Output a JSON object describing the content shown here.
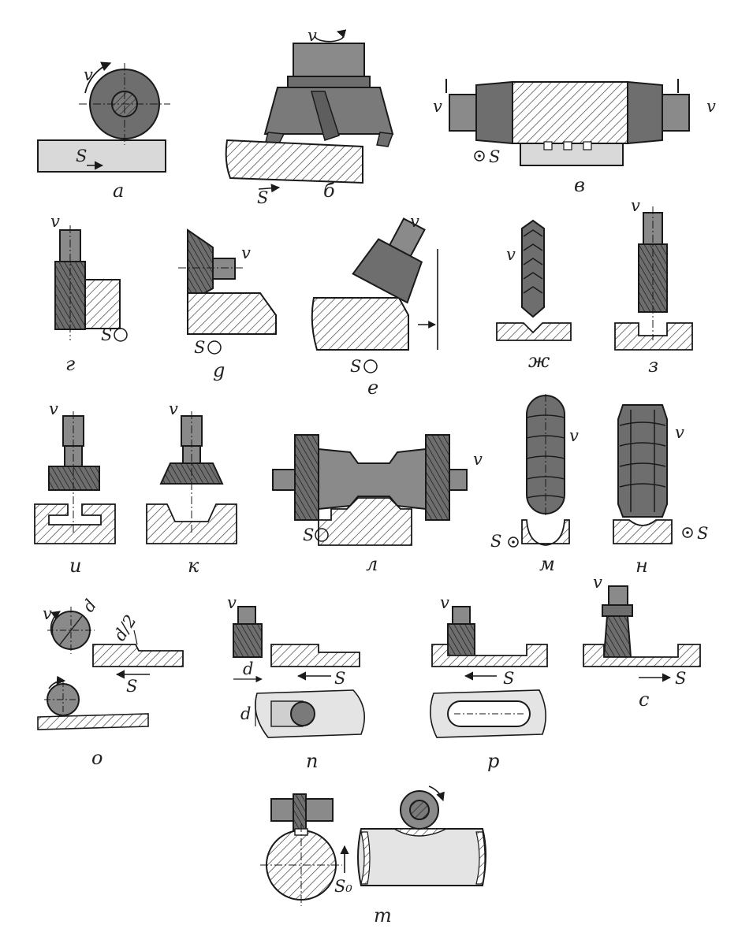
{
  "captions": {
    "a": "а",
    "b": "б",
    "v": "в",
    "g": "г",
    "d": "g",
    "e": "е",
    "zh": "ж",
    "z": "з",
    "i": "и",
    "k": "к",
    "l": "л",
    "m": "м",
    "n": "н",
    "o": "о",
    "p": "n",
    "r": "р",
    "s": "с",
    "t": "т"
  },
  "symbols": {
    "speed": "v",
    "feed": "S",
    "feed_o": "S₀",
    "diameter": "d",
    "half_diameter": "d/2"
  },
  "colors": {
    "tool": "#6e6e6e",
    "tool_light": "#8a8a8a",
    "part": "#d9d9d9",
    "hatch": "#333333",
    "line": "#1a1a1a"
  }
}
